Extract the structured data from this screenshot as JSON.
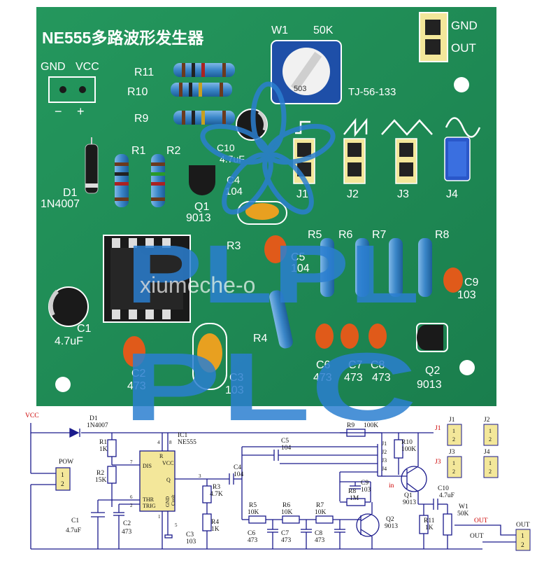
{
  "board": {
    "title": "NE555多路波形发生器",
    "model": "TJ-56-133",
    "pot_label": "W1",
    "pot_value": "50K",
    "pot_code": "503",
    "power_gnd": "GND",
    "power_vcc": "VCC",
    "power_minus": "−",
    "power_plus": "+",
    "out_gnd": "GND",
    "out_out": "OUT",
    "r11": "R11",
    "r10": "R10",
    "r9": "R9",
    "r1": "R1",
    "r2": "R2",
    "r3": "R3",
    "r4": "R4",
    "r5": "R5",
    "r6": "R6",
    "r7": "R7",
    "r8": "R8",
    "d1": "D1",
    "d1_type": "1N4007",
    "c10": "C10",
    "c10_val": "4.7uF",
    "c4": "C4",
    "c4_val": "104",
    "c5": "C5",
    "c5_val": "104",
    "c9": "C9",
    "c9_val": "103",
    "c1": "C1",
    "c1_val": "4.7uF",
    "c2": "C2",
    "c2_val": "473",
    "c3": "C3",
    "c3_val": "103",
    "c6": "C6",
    "c6_val": "473",
    "c7": "C7",
    "c7_val": "473",
    "c8": "C8",
    "c8_val": "473",
    "q1": "Q1",
    "q1_type": "9013",
    "q2": "Q2",
    "q2_type": "9013",
    "j1": "J1",
    "j2": "J2",
    "j3": "J3",
    "j4": "J4"
  },
  "watermark": {
    "line1": "PLPL",
    "line2": "xiumeche-o",
    "line3": "PLC"
  },
  "schematic": {
    "vcc": "VCC",
    "d1": "D1",
    "d1_type": "1N4007",
    "r1": "R1",
    "r1_val": "1K",
    "r2": "R2",
    "r2_val": "15K",
    "pow": "POW",
    "c1": "C1",
    "c1_val": "4.7uF",
    "c2": "C2",
    "c2_val": "473",
    "ic": "IC1",
    "ic_type": "NE555",
    "pin_dis": "DIS",
    "pin_r": "R",
    "pin_vcc": "VCC",
    "pin_q": "Q",
    "pin_thr": "THR",
    "pin_trig": "TRIG",
    "pin_gnd": "GND",
    "pin_cvolt": "Cvolt",
    "n4": "4",
    "n8": "8",
    "n7": "7",
    "n3": "3",
    "n6": "6",
    "n2": "2",
    "n1": "1",
    "n5": "5",
    "p1": "1",
    "p2": "2",
    "c3": "C3",
    "c3_val": "103",
    "c4": "C4",
    "c4_val": "104",
    "c5": "C5",
    "c5_val": "104",
    "r3": "R3",
    "r3_val": "4.7K",
    "r4": "R4",
    "r4_val": "1K",
    "r5": "R5",
    "r5_val": "10K",
    "r6": "R6",
    "r6_val": "10K",
    "r7": "R7",
    "r7_val": "10K",
    "r8": "R8",
    "r8_val": "1M",
    "r9": "R9",
    "r9_val": "100K",
    "r10": "R10",
    "r10_val": "100K",
    "r11": "R11",
    "r11_val": "1K",
    "c6": "C6",
    "c6_val": "473",
    "c7": "C7",
    "c7_val": "473",
    "c8": "C8",
    "c8_val": "473",
    "c9": "C9",
    "c9_val": "103",
    "c10": "C10",
    "c10_val": "4.7uF",
    "j1": "J1",
    "j2": "J2",
    "j3": "J3",
    "j4": "J4",
    "q1": "Q1",
    "q1_type": "9013",
    "q2": "Q2",
    "q2_type": "9013",
    "w1": "W1",
    "w1_val": "50K",
    "in": "in",
    "out": "OUT",
    "out2": "OUT",
    "out3": "OUT"
  },
  "colors": {
    "pcb": "#1f8a55",
    "pcb_dark": "#177045",
    "watermark": "#2b7fd0",
    "schematic_wire": "#1a1a8c",
    "header_body": "#f3e79a"
  }
}
